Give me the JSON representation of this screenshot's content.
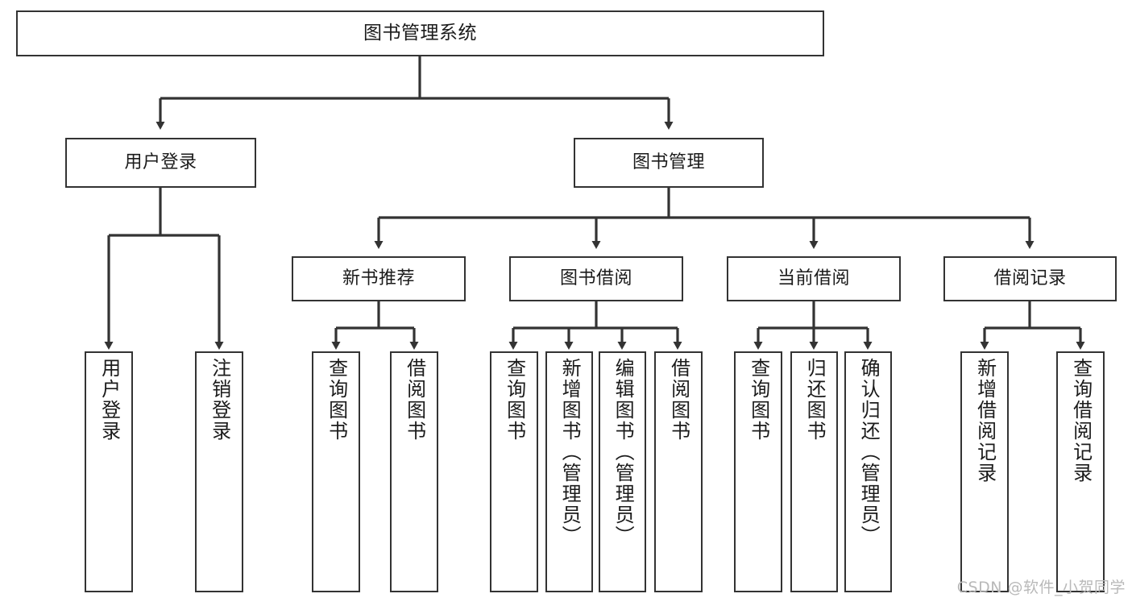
{
  "diagram": {
    "title": "图书管理系统",
    "type": "tree",
    "colors": {
      "box_border": "#333333",
      "box_fill": "#ffffff",
      "edge": "#333333",
      "text": "#1b1b1b",
      "watermark": "#b9b9b9"
    },
    "nodes": {
      "root": {
        "label": "图书管理系统"
      },
      "level2": [
        {
          "label": "用户登录"
        },
        {
          "label": "图书管理"
        }
      ],
      "level3": [
        {
          "label": "新书推荐"
        },
        {
          "label": "图书借阅"
        },
        {
          "label": "当前借阅"
        },
        {
          "label": "借阅记录"
        }
      ],
      "leaves": {
        "user_login": [
          {
            "label": "用户登录"
          },
          {
            "label": "注销登录"
          }
        ],
        "new_book_recommend": [
          {
            "label": "查询图书"
          },
          {
            "label": "借阅图书"
          }
        ],
        "book_borrow": [
          {
            "label": "查询图书"
          },
          {
            "label": "新增图书（管理员）"
          },
          {
            "label": "编辑图书（管理员）"
          },
          {
            "label": "借阅图书"
          }
        ],
        "current_borrow": [
          {
            "label": "查询图书"
          },
          {
            "label": "归还图书"
          },
          {
            "label": "确认归还（管理员）"
          }
        ],
        "borrow_record": [
          {
            "label": "新增借阅记录"
          },
          {
            "label": "查询借阅记录"
          }
        ]
      }
    },
    "watermark": "CSDN @软件_小贺同学"
  }
}
